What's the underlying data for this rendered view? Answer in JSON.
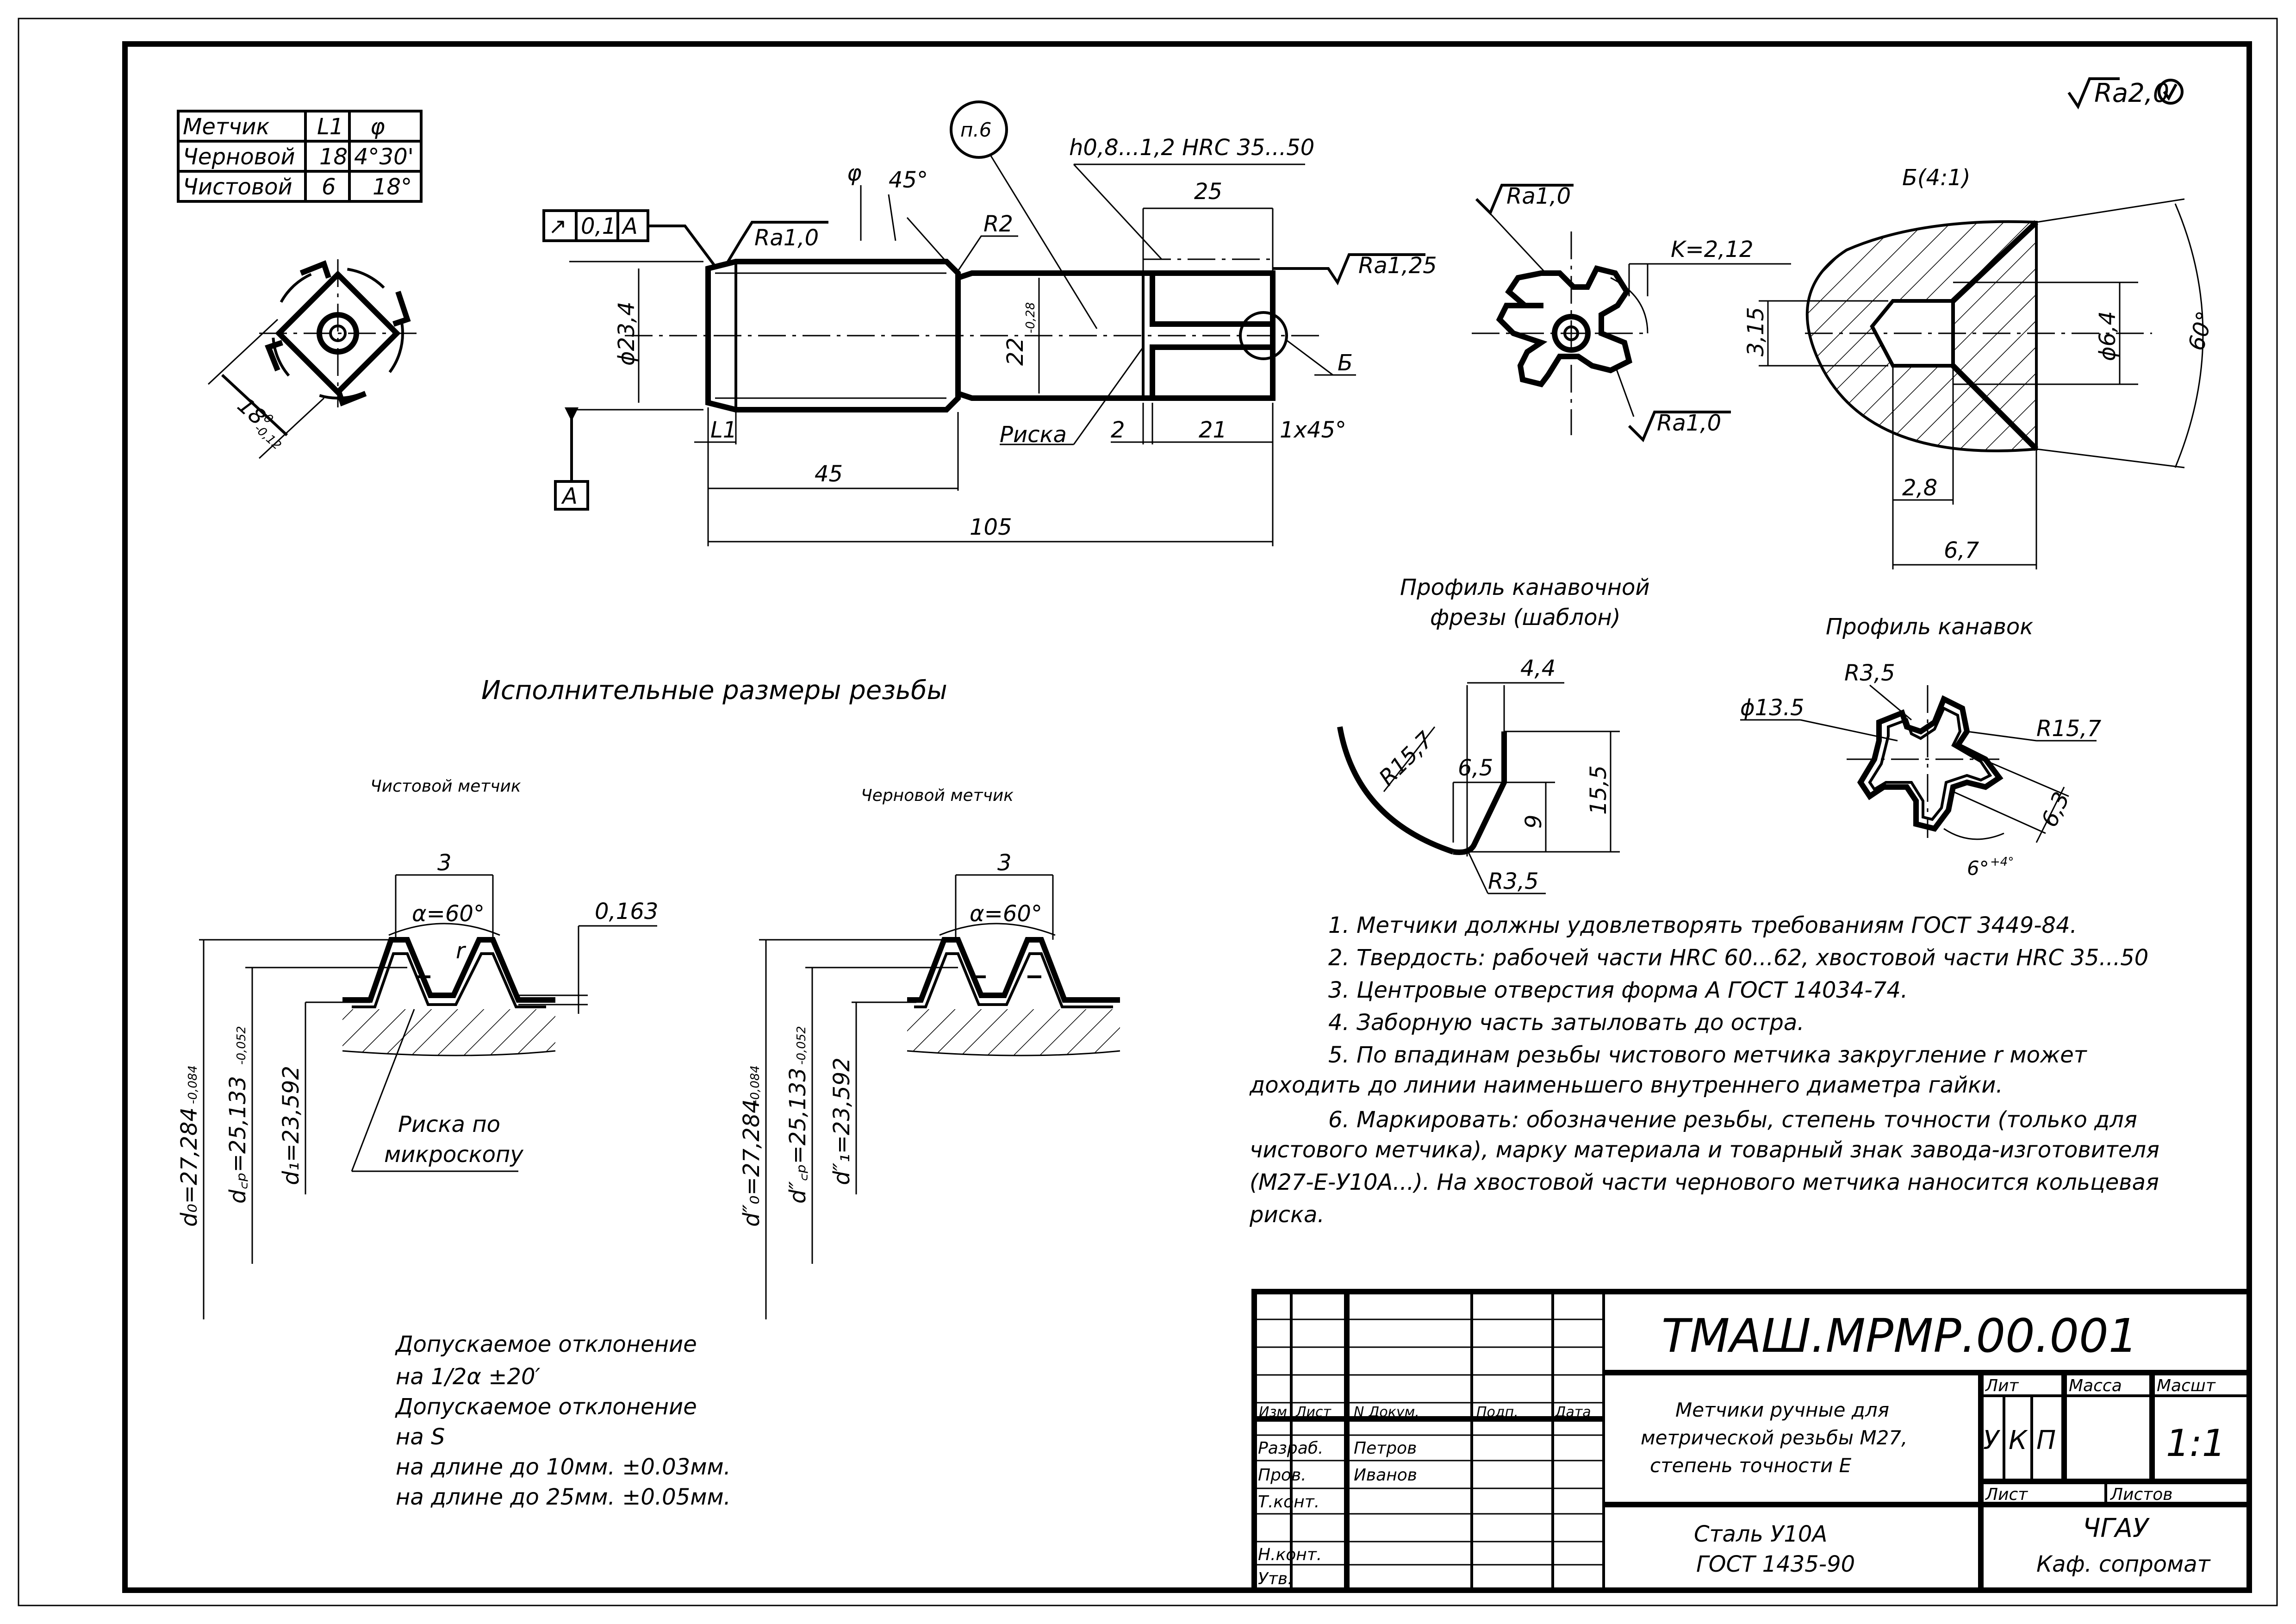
{
  "roughness": {
    "general": "Ra2,0",
    "shank_face": "Ra1,0",
    "tail": "Ra1,25",
    "flute_top": "Ra1,0",
    "flute_bottom": "Ra1,0"
  },
  "tap_table": {
    "headers": [
      "Метчик",
      "L1",
      "φ"
    ],
    "rows": [
      [
        "Черновой",
        "18",
        "4°30'"
      ],
      [
        "Чистовой",
        "6",
        "18°"
      ]
    ]
  },
  "main_view": {
    "tolerance_frame": [
      "↗",
      "0,1",
      "A"
    ],
    "datum": "A",
    "callout_p6": "п.6",
    "hardness_note": "h0,8...1,2 HRC 35...50",
    "dim_phi": "φ",
    "dim_45deg": "45°",
    "dim_R2": "R2",
    "dim_25": "25",
    "dim_d23_4": "ϕ23,4",
    "dim_22": "22",
    "dim_22_tol": "-0,28",
    "dim_L1": "L1",
    "dim_45": "45",
    "dim_105": "105",
    "dim_2": "2",
    "dim_21": "21",
    "dim_chamfer": "1x45°",
    "risk_label": "Риска",
    "section_mark": "Б"
  },
  "end_view": {
    "dim_18": "18",
    "dim_18_tol_upper": "0",
    "dim_18_tol_lower": "-0,12"
  },
  "section_view": {
    "dim_K": "K=2,12"
  },
  "detail_B": {
    "title": "Б(4:1)",
    "dim_3_15": "3,15",
    "dim_d6_4": "ϕ6,4",
    "dim_60": "60°",
    "dim_2_8": "2,8",
    "dim_6_7": "6,7"
  },
  "cutter_profile": {
    "title_line1": "Профиль канавочной",
    "title_line2": "фрезы (шаблон)",
    "dim_4_4": "4,4",
    "dim_R15_7": "R15,7",
    "dim_6_5": "6,5",
    "dim_15_5": "15,5",
    "dim_9": "9",
    "dim_R3_5": "R3,5"
  },
  "groove_profile": {
    "title": "Профиль канавок",
    "dim_d13_5": "ϕ13.5",
    "dim_R3_5": "R3,5",
    "dim_R15_7": "R15,7",
    "dim_6_3": "6,3",
    "dim_6deg": "6°",
    "dim_6deg_tol": "+4°"
  },
  "thread_section": {
    "title": "Исполнительные размеры резьбы",
    "finish_label": "Чистовой метчик",
    "rough_label": "Черновой метчик",
    "pitch": "3",
    "alpha": "α=60°",
    "r_label": "r",
    "dim_0_163": "0,163",
    "finish_d0": "d₀=27,284",
    "finish_d0_tol": "-0,084",
    "finish_dcp": "d꜀ₚ=25,133",
    "finish_dcp_tol": "-0,052",
    "finish_d1": "d₁=23,592",
    "rough_d0": "d″₀=27,284",
    "rough_d0_tol": "-0,084",
    "rough_dcp": "d″꜀ₚ=25,133",
    "rough_dcp_tol": "-0,052",
    "rough_d1": "d″₁=23,592",
    "risk_line1": "Риска по",
    "risk_line2": "микроскопу"
  },
  "tolerances": [
    "Допускаемое отклонение",
    "на 1/2α ±20′",
    "Допускаемое отклонение",
    "на S",
    "на длине до 10мм. ±0.03мм.",
    "на длине до 25мм. ±0.05мм."
  ],
  "notes": [
    "1. Метчики должны удовлетворять требованиям ГОСТ  3449-84.",
    "2. Твердость: рабочей части HRC 60...62, хвостовой части HRC 35...50",
    "3. Центровые отверстия форма А ГОСТ  14034-74.",
    "4. Заборную часть затыловать до остра.",
    "5. По впадинам резьбы чистового метчика закругление  r может",
    "доходить до линии наименьшего внутреннего диаметра гайки.",
    "6. Маркировать: обозначение резьбы, степень точности (только для",
    "чистового метчика), марку материала и товарный знак завода-изготовителя",
    "(М27-Е-У10А...). На хвостовой части чернового метчика наносится кольцевая",
    "риска."
  ],
  "title_block": {
    "code": "ТМАШ.МРМР.00.001",
    "name_line1": "Метчики ручные для",
    "name_line2": "метрической резьбы М27,",
    "name_line3": "степень точности Е",
    "material_line1": "Сталь У10А",
    "material_line2": "ГОСТ 1435-90",
    "org_line1": "ЧГАУ",
    "org_line2": "Каф. сопромат",
    "col_izm": "Изм",
    "col_list": "Лист",
    "col_ndoc": "N Докум.",
    "col_podp": "Подп.",
    "col_date": "Дата",
    "row_razrab": "Разраб.",
    "row_prov": "Пров.",
    "row_tkont": "Т.конт.",
    "row_nkont": "Н.конт.",
    "row_utv": "Утв.",
    "name_razrab": "Петров",
    "name_prov": "Иванов",
    "lit_header": "Лит",
    "mass_header": "Масса",
    "scale_header": "Масшт",
    "lit_1": "У",
    "lit_2": "К",
    "lit_3": "П",
    "scale": "1:1",
    "sheet_label": "Лист",
    "sheets_label": "Листов"
  }
}
